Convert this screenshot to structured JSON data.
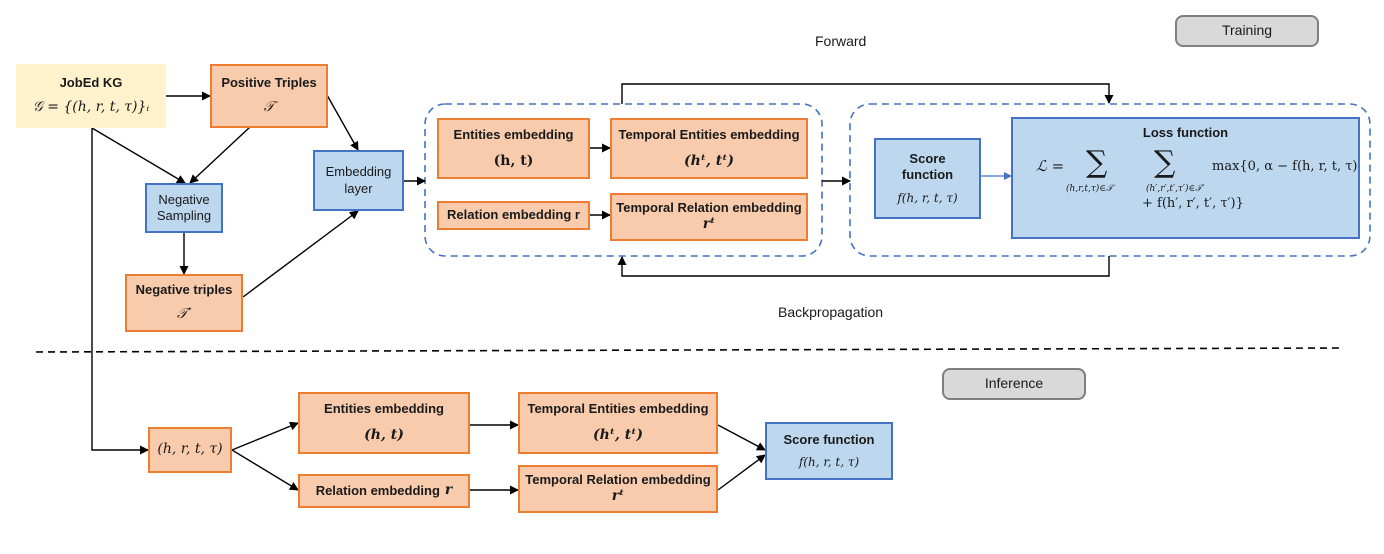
{
  "labels": {
    "forward": "Forward",
    "backpropagation": "Backpropagation"
  },
  "buttons": {
    "training": "Training",
    "inference": "Inference"
  },
  "training": {
    "jobed_kg": {
      "title": "JobEd KG",
      "formula": "𝒢 = {(h, r, t, τ)}ᵢ"
    },
    "positive_triples": {
      "title": "Positive Triples",
      "formula": "𝒯"
    },
    "negative_sampling": {
      "line1": "Negative",
      "line2": "Sampling"
    },
    "negative_triples": {
      "title": "Negative triples",
      "formula": "𝒯′"
    },
    "embedding_layer": {
      "line1": "Embedding",
      "line2": "layer"
    },
    "entities_embedding": {
      "title": "Entities embedding",
      "formula": "(h, t)"
    },
    "temporal_entities_embedding": {
      "title": "Temporal Entities embedding",
      "formula": "(hᵗ, tᵗ)"
    },
    "relation_embedding": {
      "title": "Relation embedding r"
    },
    "temporal_relation_embedding": {
      "title": "Temporal Relation embedding",
      "formula": "rᵗ"
    },
    "score_function": {
      "line1": "Score",
      "line2": "function",
      "formula": "f(h, r, t, τ)"
    },
    "loss_function": {
      "title": "Loss function",
      "lhs": "ℒ =",
      "sum1": "∑",
      "sum2": "∑",
      "sub1": "(h,r,t,τ)∈𝒯",
      "sub2": "(h′,r′,t′,τ′)∈𝒯′",
      "term1": "max{0, α − f(h, r, t, τ)",
      "term2": "+ f(h′, r′, t′, τ′)}"
    }
  },
  "inference": {
    "input": {
      "formula": "(h, r, t, τ)"
    },
    "entities_embedding": {
      "title": "Entities embedding",
      "formula": "(h, t)"
    },
    "temporal_entities_embedding": {
      "title": "Temporal Entities embedding",
      "formula": "(hᵗ, tᵗ)"
    },
    "relation_embedding": {
      "title": "Relation embedding",
      "formula": "r"
    },
    "temporal_relation_embedding": {
      "title": "Temporal Relation embedding",
      "formula": "rᵗ"
    },
    "score_function": {
      "title": "Score function",
      "formula": "f(h, r, t, τ)"
    }
  },
  "colors": {
    "orange_fill": "#f8cbad",
    "orange_border": "#ed7d31",
    "blue_fill": "#bdd7ee",
    "blue_border": "#4472c4",
    "yellow_fill": "#fff2cc",
    "dashed_group": "#4472c4",
    "gray_button": "#d9d9d9"
  }
}
